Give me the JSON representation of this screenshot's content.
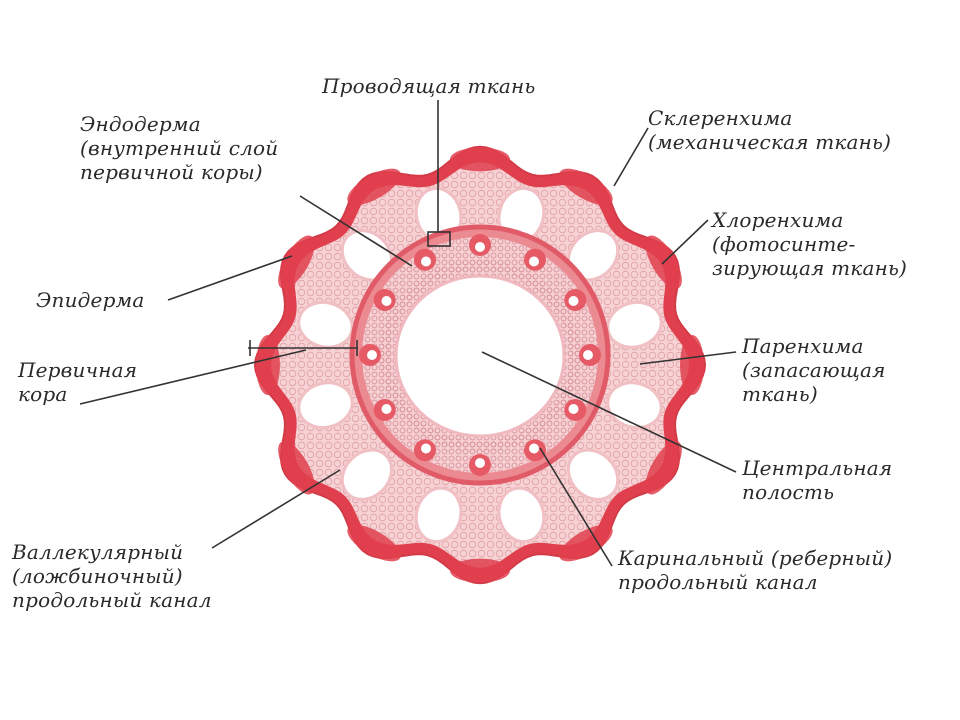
{
  "labels": {
    "conducting": [
      "Проводящая ткань"
    ],
    "endoderm": [
      "Эндодерма",
      "(внутренний слой",
      "первичной коры)"
    ],
    "epidermis": [
      "Эпидерма"
    ],
    "primary_cortex": [
      "Первичная",
      "кора"
    ],
    "vallecular": [
      "Валлекулярный",
      "(ложбиночный)",
      "продольный канал"
    ],
    "sclerenchyma": [
      "Склеренхима",
      "(механическая ткань)"
    ],
    "chlorenchyma": [
      "Хлоренхима",
      "(фотосинте-",
      "зирующая ткань)"
    ],
    "parenchyma": [
      "Паренхима",
      "(запасающая",
      "ткань)"
    ],
    "central_cavity": [
      "Центральная",
      "полость"
    ],
    "carinal": [
      "Каринальный (реберный)",
      "продольный канал"
    ]
  },
  "colors": {
    "rim_red": "#e0404e",
    "tissue_pink": "#f4c5c8",
    "ring_pink": "#ec8a92",
    "cavity": "#ffffff",
    "line": "#333333"
  }
}
